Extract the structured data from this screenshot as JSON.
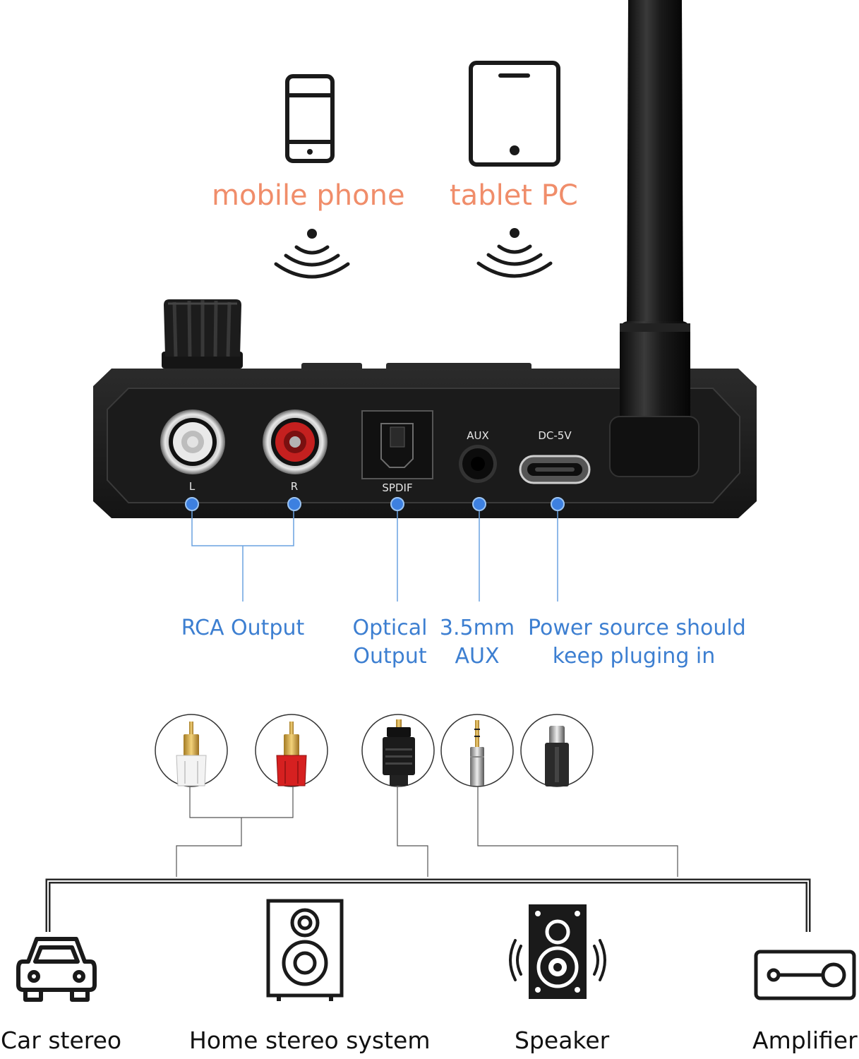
{
  "sources": [
    {
      "label": "mobile phone",
      "icon": "mobile-phone-icon"
    },
    {
      "label": "tablet PC",
      "icon": "tablet-icon"
    }
  ],
  "device_ports": {
    "left": "L",
    "right": "R",
    "optical": "SPDIF",
    "aux": "AUX",
    "power": "DC-5V"
  },
  "callouts": {
    "rca": "RCA Output",
    "optical_line1": "Optical",
    "optical_line2": "Output",
    "aux_line1": "3.5mm",
    "aux_line2": "AUX",
    "power_line1": "Power source should",
    "power_line2": "keep pluging in"
  },
  "connectors": [
    "rca-white-plug-icon",
    "rca-red-plug-icon",
    "optical-plug-icon",
    "aux-35mm-plug-icon",
    "usb-c-plug-icon"
  ],
  "outputs": [
    {
      "label": "Car stereo",
      "icon": "car-icon"
    },
    {
      "label": "Home stereo system",
      "icon": "home-stereo-icon"
    },
    {
      "label": "Speaker",
      "icon": "speaker-icon"
    },
    {
      "label": "Amplifier",
      "icon": "amplifier-icon"
    }
  ],
  "colors": {
    "source_label": "#f08d6a",
    "callout_text": "#3d7fd1",
    "callout_line": "#6aa2e0",
    "device_body": "#1e1e1e",
    "rca_red": "#c4201f"
  }
}
